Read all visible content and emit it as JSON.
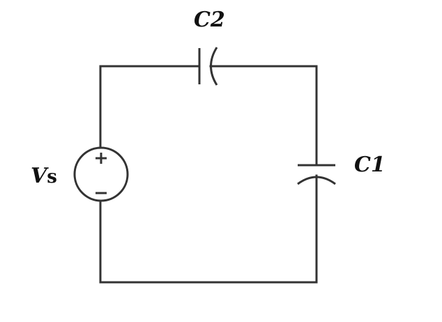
{
  "diagram": {
    "type": "circuit-schematic",
    "components": [
      {
        "id": "Vs",
        "kind": "voltage-source",
        "label_main": "V",
        "label_sub": "s",
        "positive": "+",
        "negative": "−"
      },
      {
        "id": "C2",
        "kind": "capacitor",
        "label": "C2",
        "orientation": "horizontal",
        "position": "top"
      },
      {
        "id": "C1",
        "kind": "capacitor",
        "label": "C1",
        "orientation": "vertical",
        "position": "right"
      }
    ],
    "topology": "series loop: Vs -> C2 -> C1 -> Vs",
    "colors": {
      "wire": "#333333",
      "text": "#111111",
      "background": "#ffffff"
    }
  }
}
